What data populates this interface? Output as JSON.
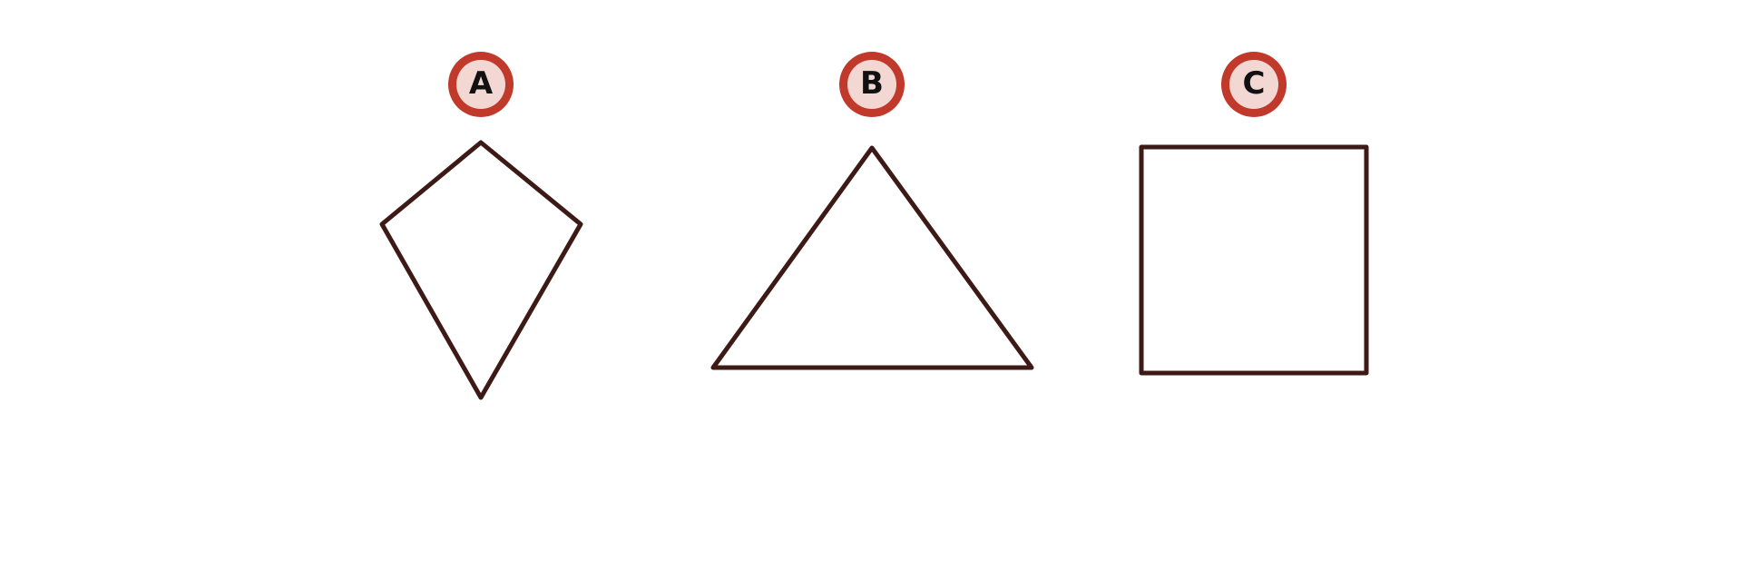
{
  "colors": {
    "background": "#ffffff",
    "shape_stroke": "#3d1a16",
    "shape_fill": "#ffffff",
    "badge_ring": "#c0392b",
    "badge_ring_shade": "#a83228",
    "badge_fill": "#f2d7d3",
    "badge_text": "#111111"
  },
  "figures": [
    {
      "id": "A",
      "label": "A",
      "shape": "kite"
    },
    {
      "id": "B",
      "label": "B",
      "shape": "triangle"
    },
    {
      "id": "C",
      "label": "C",
      "shape": "square"
    }
  ]
}
